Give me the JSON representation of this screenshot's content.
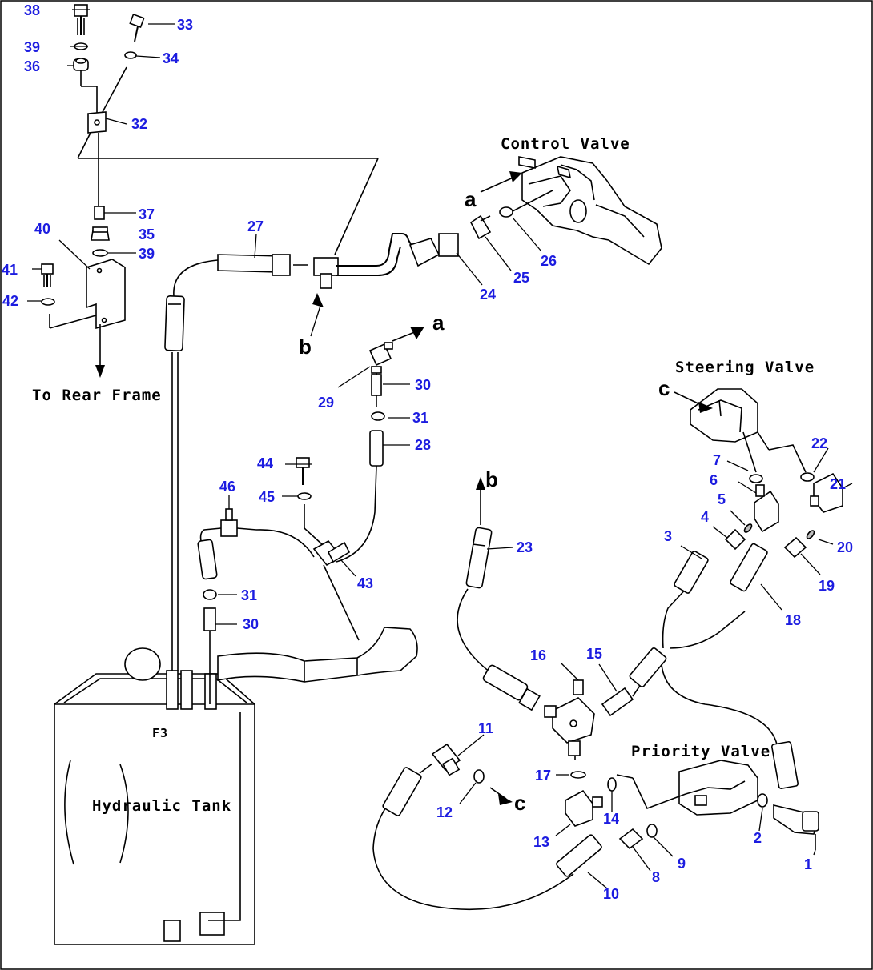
{
  "diagram": {
    "texts": {
      "control_valve": "Control Valve",
      "steering_valve": "Steering Valve",
      "priority_valve": "Priority Valve",
      "hydraulic_tank": "Hydraulic Tank",
      "to_rear_frame": "To Rear Frame",
      "tank_mark": "F3"
    },
    "refs": {
      "a": "a",
      "b": "b",
      "c": "c"
    },
    "part_numbers": [
      "1",
      "2",
      "3",
      "4",
      "5",
      "6",
      "7",
      "8",
      "9",
      "10",
      "11",
      "12",
      "13",
      "14",
      "15",
      "16",
      "17",
      "18",
      "19",
      "20",
      "21",
      "22",
      "23",
      "24",
      "25",
      "26",
      "27",
      "28",
      "29",
      "30",
      "31",
      "32",
      "33",
      "34",
      "35",
      "36",
      "37",
      "38",
      "39",
      "40",
      "41",
      "42",
      "43",
      "44",
      "45",
      "46"
    ],
    "colors": {
      "callout": "#1c1ce0",
      "linework": "#000000",
      "background": "#ffffff"
    }
  }
}
